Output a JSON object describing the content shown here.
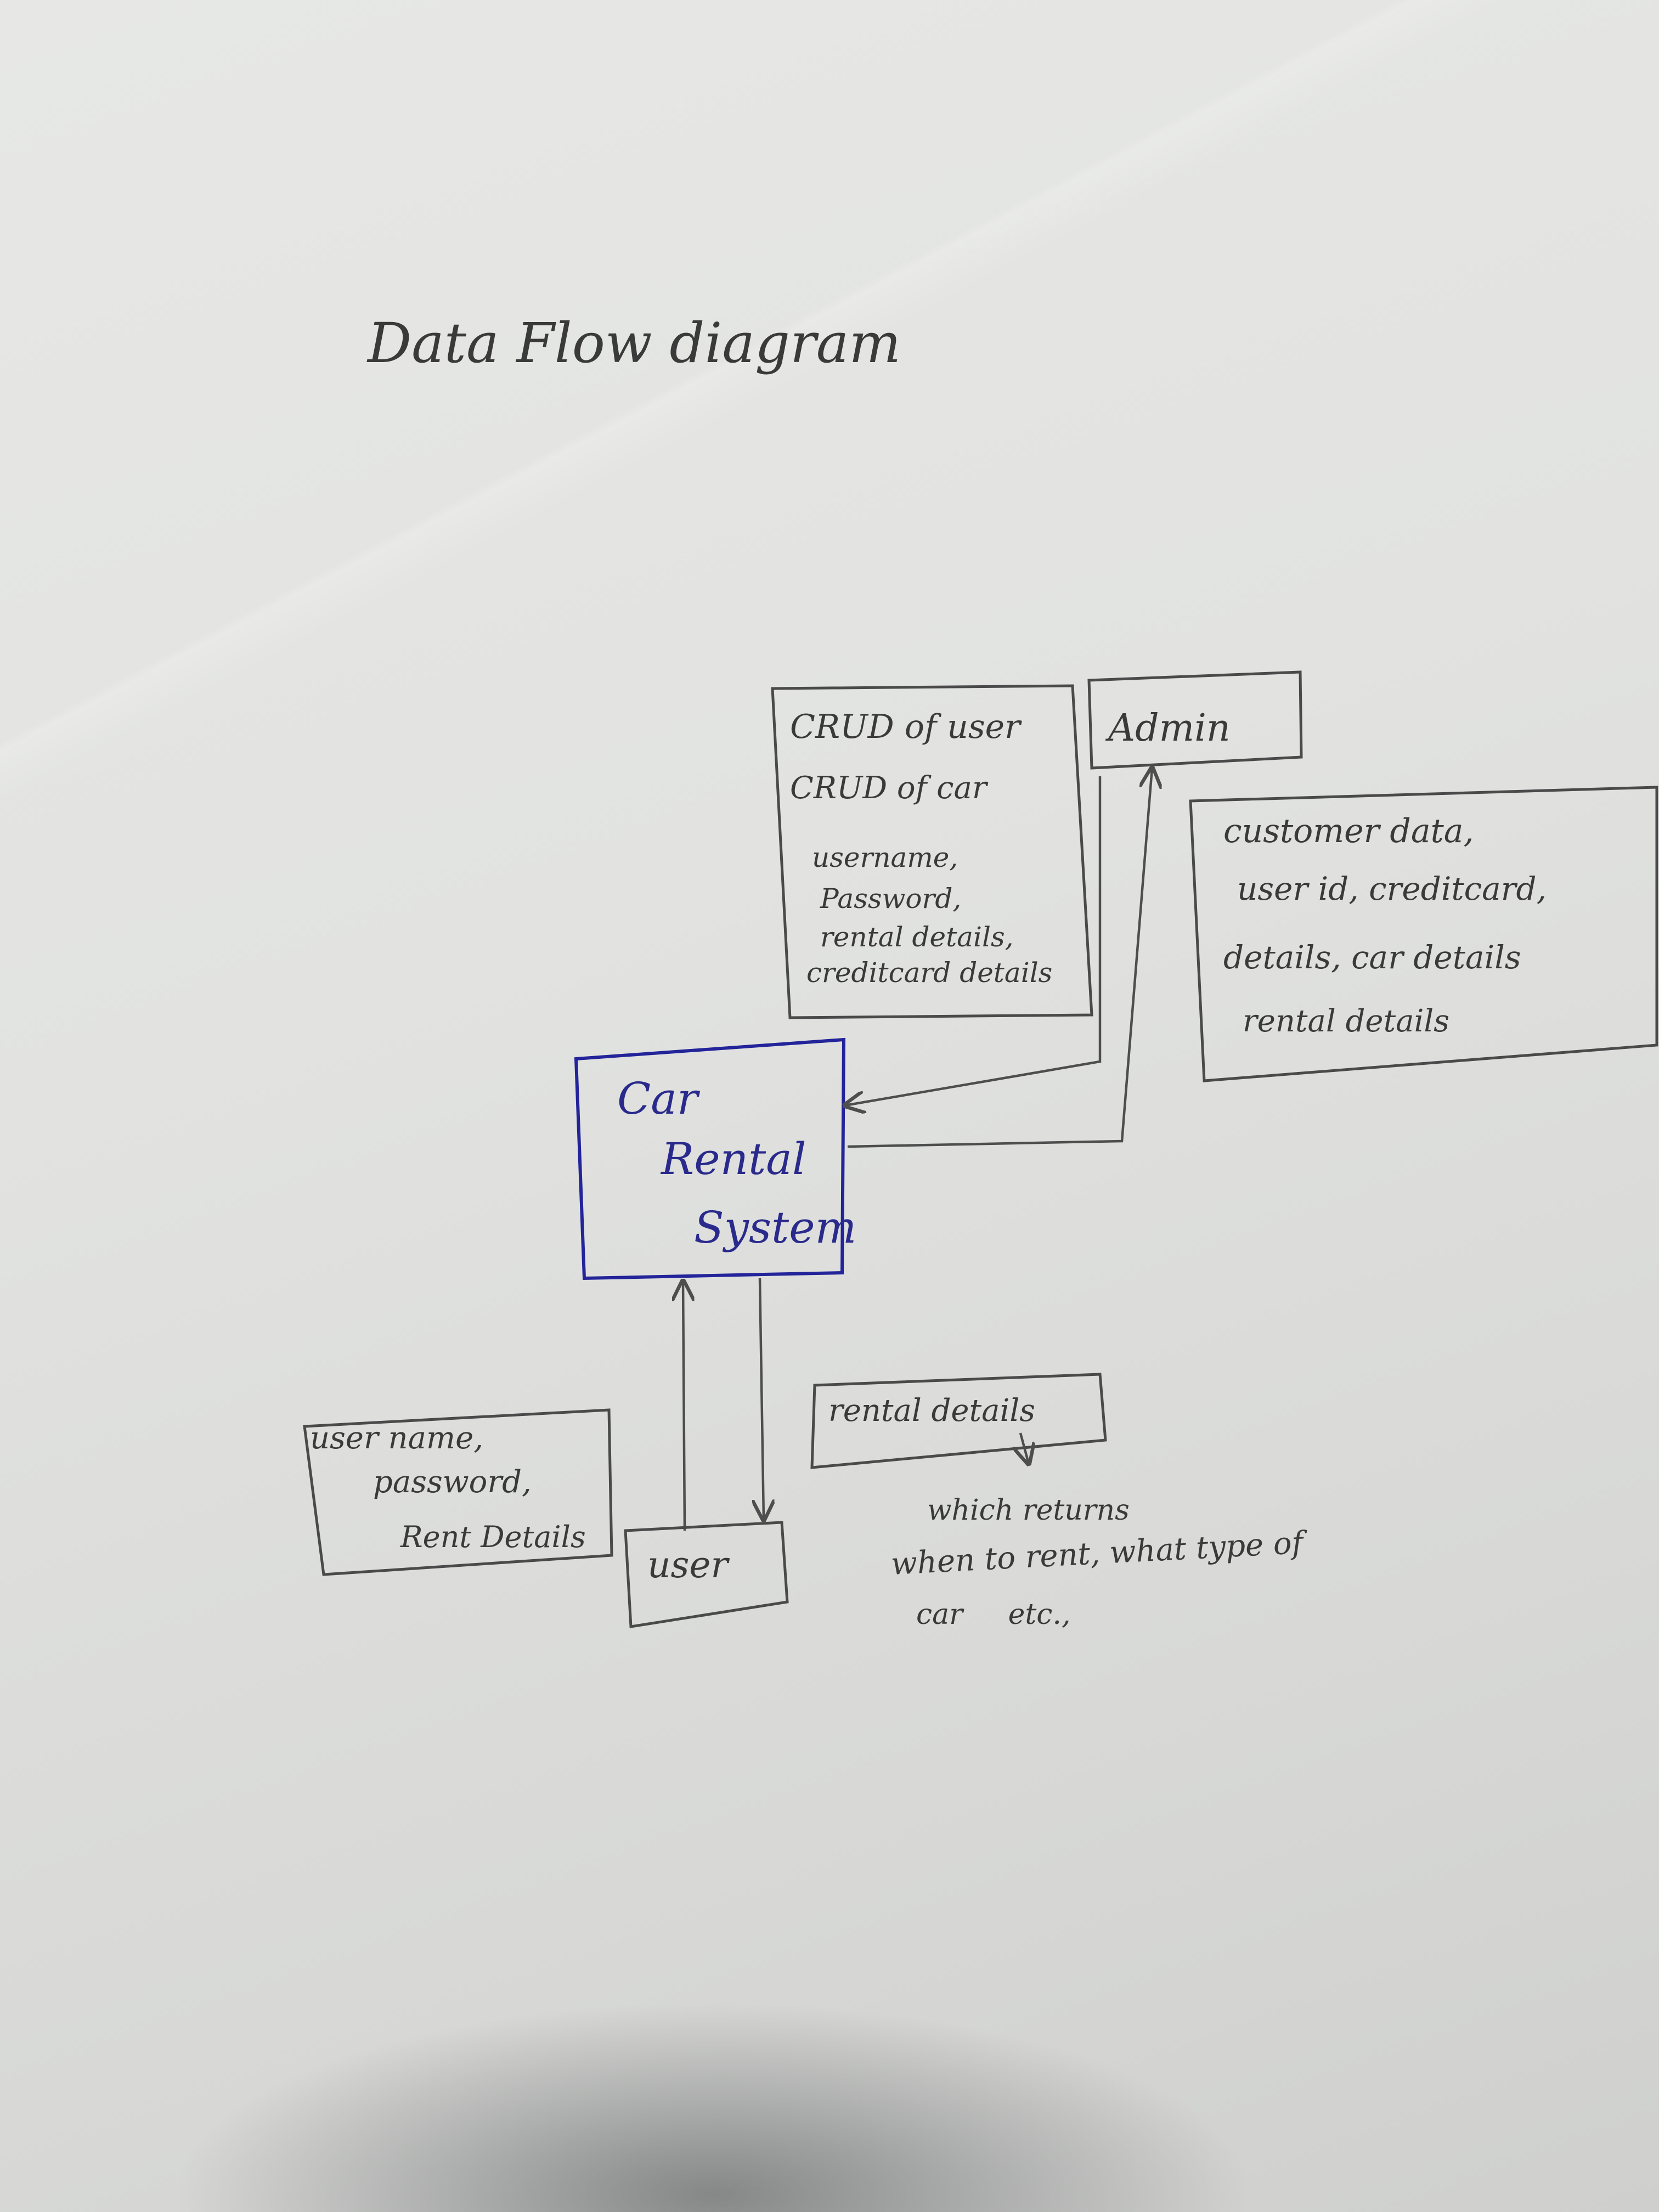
{
  "title": "Data Flow diagram",
  "process": {
    "lines": [
      "Car",
      "Rental",
      "System"
    ]
  },
  "entities": {
    "admin": "Admin",
    "user": "user"
  },
  "admin_to_system_flow": {
    "lines": [
      "CRUD of user",
      "CRUD of car",
      "username,",
      "Password,",
      "rental details,",
      "creditcard details"
    ]
  },
  "system_to_admin_flow": {
    "lines": [
      "customer data,",
      "user id, creditcard,",
      "details, car details",
      "rental details"
    ]
  },
  "user_to_system_flow": {
    "lines": [
      "user name,",
      "password,",
      "Rent Details"
    ]
  },
  "system_to_user_flow": {
    "label": "rental details",
    "notes": [
      "which returns",
      "when to rent, what type of",
      "car     etc.,"
    ]
  }
}
